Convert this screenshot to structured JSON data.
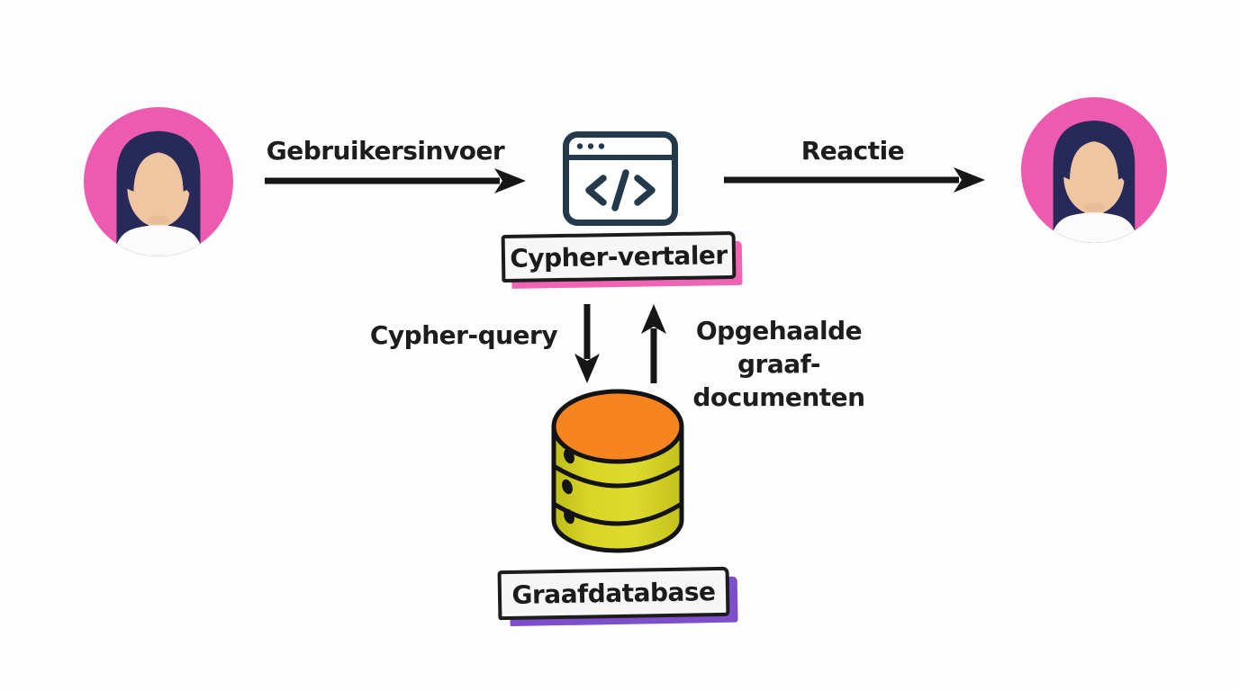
{
  "flow": {
    "user_input_label": "Gebruikersinvoer",
    "response_label": "Reactie",
    "cypher_query_label": "Cypher-query",
    "retrieved_label_lines": [
      "Opgehaalde",
      "graaf-",
      "documenten"
    ]
  },
  "nodes": {
    "translator_label": "Cypher-vertaler",
    "database_label": "Graafdatabase"
  },
  "icons": {
    "left_actor": "user-avatar-icon",
    "right_actor": "user-avatar-icon",
    "translator": "code-window-icon",
    "database": "database-cylinder-icon"
  },
  "colors": {
    "background": "#fdfdfd",
    "avatar_circle_pink": "#ec5bb0",
    "avatar_hair_navy": "#272a58",
    "avatar_skin": "#efc6a2",
    "code_icon_stroke": "#243a4a",
    "db_top_orange": "#f6851f",
    "db_body_yellow": "#d4d11e",
    "translator_shadow_pink": "#ef64b4",
    "database_shadow_purple": "#7d4fca",
    "arrow_black": "#161616",
    "label_box_bg": "#f7f7f7",
    "label_box_border": "#1c1c1c"
  }
}
